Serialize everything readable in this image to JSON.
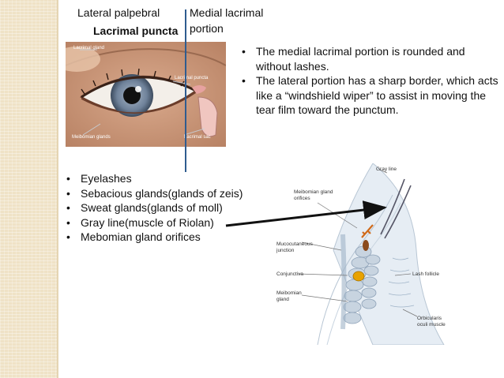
{
  "top_labels": {
    "lateral_palpebral": "Lateral palpebral",
    "medial_lacrimal_line1": "Medial lacrimal",
    "lacrimal_puncta": "Lacrimal puncta",
    "medial_lacrimal_line2": "portion"
  },
  "eye_figure": {
    "labels": {
      "lacrimal_gland": "Lacrimal gland",
      "lacrimal_puncta": "Lacrimal puncta",
      "meibomian_glands": "Meibomian glands",
      "lacrimal_sac": "Lacrimal sac"
    }
  },
  "right_bullets": [
    "The medial lacrimal portion is rounded and without lashes.",
    "The lateral portion has a sharp border, which acts like a “windshield wiper” to assist in moving the tear film toward the punctum."
  ],
  "left_bullets": [
    "Eyelashes",
    "Sebacious glands(glands of zeis)",
    "Sweat glands(glands of moll)",
    "Gray line(muscle of Riolan)",
    "Mebomian gland orifices"
  ],
  "lid_figure": {
    "labels": {
      "gray_line": "Gray line",
      "meibomian_orifices_line1": "Meibomian gland",
      "meibomian_orifices_line2": "orifices",
      "mucocutaneous_line1": "Mucocutaneous",
      "mucocutaneous_line2": "junction",
      "conjunctiva": "Conjunctiva",
      "meibomian_gland_line1": "Meibomian",
      "meibomian_gland_line2": "gland",
      "lash_follicle": "Lash follicle",
      "orbicularis_line1": "Orbicularis",
      "orbicularis_line2": "oculi muscle"
    }
  },
  "colors": {
    "border": "#efe2c6",
    "guide_line": "#2f5c8f",
    "gland_orange": "#e8a200",
    "lash_brown": "#8a4a1c"
  }
}
